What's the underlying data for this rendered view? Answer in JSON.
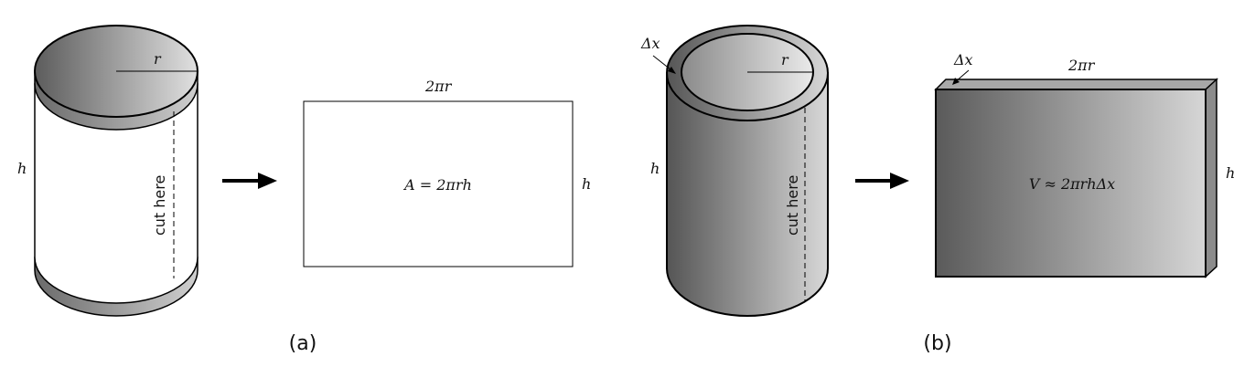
{
  "panel_a": {
    "cylinder": {
      "radius_label": "r",
      "height_label": "h",
      "cut_label": "cut here"
    },
    "rectangle": {
      "width_label": "2πr",
      "height_label": "h",
      "area_formula": "A = 2πrh"
    },
    "caption": "(a)"
  },
  "panel_b": {
    "shell": {
      "thickness_label": "Δx",
      "radius_label": "r",
      "height_label": "h",
      "cut_label": "cut here"
    },
    "slab": {
      "thickness_label": "Δx",
      "width_label": "2πr",
      "height_label": "h",
      "volume_formula": "V ≈ 2πrhΔx"
    },
    "caption": "(b)"
  },
  "colors": {
    "stroke": "#000000",
    "dark_fill": "#666666",
    "light_fill": "#d4d4d4",
    "white": "#ffffff"
  }
}
